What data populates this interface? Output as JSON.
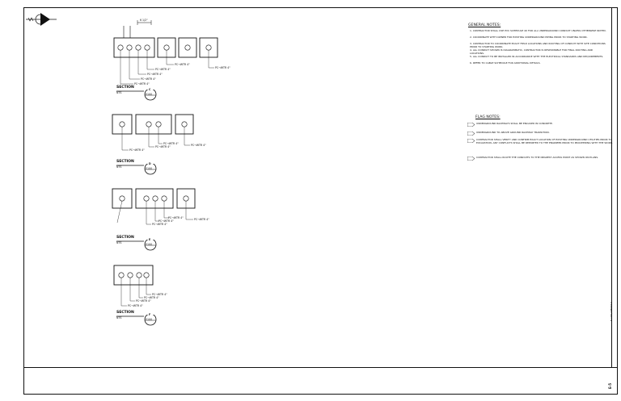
{
  "sections": [
    {
      "id": "C",
      "title": "SECTION",
      "scale": "NTS",
      "ref": "E100",
      "callouts": [
        "PC→WTR 4\"",
        "PC→WTR 4\"",
        "PC→WTR 4\"",
        "PC→WTR 4\"",
        "PC→WTR 4\"",
        "PC→WTR 4\""
      ],
      "dim": "6 1/2\""
    },
    {
      "id": "D",
      "title": "SECTION",
      "scale": "NTS",
      "ref": "E100",
      "callouts": [
        "PC→WTR 4\"",
        "PC→WTR 4\"",
        "PC→WTR 4\"",
        "PC→WTR 4\""
      ]
    },
    {
      "id": "E",
      "title": "SECTION",
      "scale": "NTS",
      "ref": "E100",
      "callouts": [
        "PC→WTR 4\"",
        "PC→WTR 4\"",
        "PC→WTR 4\"",
        "PC→WTR 4\""
      ]
    },
    {
      "id": "F",
      "title": "SECTION",
      "scale": "NTS",
      "ref": "E100",
      "callouts": [
        "PC→WTR 4\"",
        "PC→WTR 4\"",
        "PC→WTR 4\"",
        "PC→WTR 4\""
      ]
    }
  ],
  "general_notes": {
    "title": "GENERAL NOTES:",
    "items": [
      "1.  CONTRACTOR SHALL USE PVC SCHEDULE 40 FOR ALL UNDERGROUND CONDUIT UNLESS OTHERWISE NOTED.",
      "2.  COORDINATE WITH OWNER FOR EXISTING UNDERGROUND PIPING PRIOR TO STARTING WORK.",
      "3.  CONTRACTOR TO COORDINATE EXACT FIELD LOCATIONS AND ROUTING OF CONDUIT WITH SITE CONDITIONS PRIOR TO STARTING WORK.",
      "4.  ALL CONDUIT SHOWN IS DIAGRAMMATIC, CONTRACTOR IS RESPONSIBLE FOR FINAL ROUTING AND LOCATIONS.",
      "5.  ALL CONDUIT TO BE INSTALLED IN ACCORDANCE WITH THE ELECTRICAL STANDARDS AND REQUIREMENTS.",
      "6.  REFER TO CABLE SCHEDULE FOR ADDITIONAL DETAILS."
    ]
  },
  "flag_notes": {
    "title": "FLAG NOTES:",
    "items": [
      {
        "flag": "1",
        "text": "UNDERGROUND RACEWAYS SHALL BE ENCASED IN CONCRETE."
      },
      {
        "flag": "2",
        "text": "UNDERGROUND TO ABOVE GROUND RACEWAY TRANSITION."
      },
      {
        "flag": "3",
        "text": "CONTRACTOR SHALL VERIFY AND CONFIRM EXACT LOCATION OF EXISTING UNDERGROUND UTILITIES PRIOR TO EXCAVATION, ANY CONFLICTS SHALL BE REPORTED TO THE ENGINEER PRIOR TO PROCEEDING WITH THE WORK."
      },
      {
        "flag": "4",
        "text": "CONTRACTOR SHALL ROUTE THE CONDUITS TO THE NEAREST ACCESS POINT AS SHOWN ON PLANS."
      }
    ]
  },
  "title_block": {
    "sheet_label": "E-100 / DETAILS",
    "sheet_number": "E-5"
  }
}
